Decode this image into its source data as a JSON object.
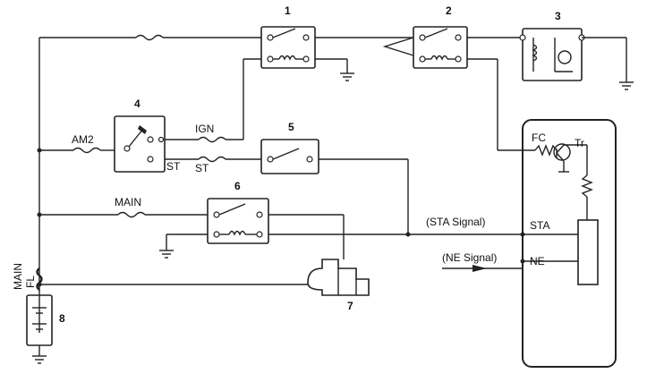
{
  "components": {
    "c1": "1",
    "c2": "2",
    "c3": "3",
    "c4": "4",
    "c5": "5",
    "c6": "6",
    "c7": "7",
    "c8": "8"
  },
  "wire_labels": {
    "am2": "AM2",
    "ign": "IGN",
    "st_switch": "ST",
    "st_fuse": "ST",
    "main": "MAIN",
    "main_fl_main": "MAIN",
    "main_fl_fl": "FL"
  },
  "ecu": {
    "fc": "FC",
    "tr": "Tr",
    "sta": "STA",
    "ne": "NE"
  },
  "signals": {
    "sta_signal": "(STA Signal)",
    "ne_signal": "(NE Signal)"
  }
}
